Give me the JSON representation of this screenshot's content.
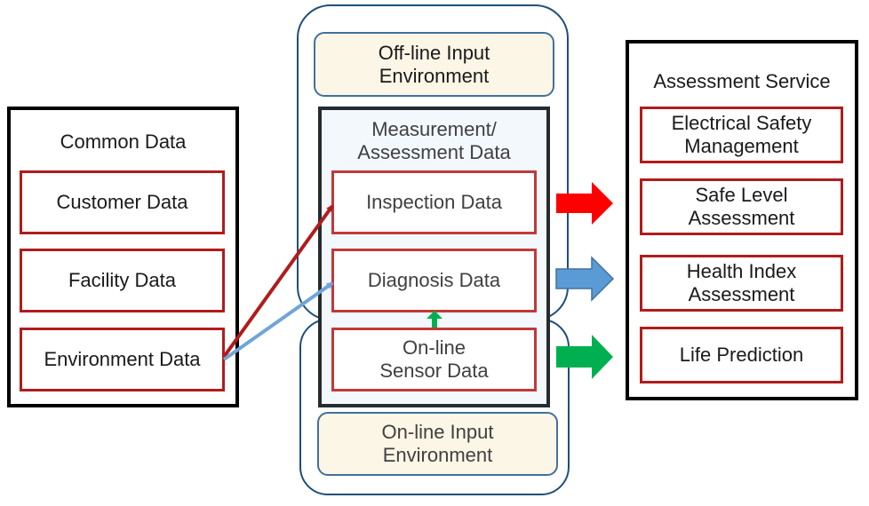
{
  "colors": {
    "red_border": "#b01c1c",
    "blue_outline": "#1f4e79",
    "cream_fill": "#fcf6e6",
    "arrow_red": "#ff0000",
    "arrow_blue": "#5b9bd5",
    "arrow_green": "#00b050",
    "line_red": "#b01c1c",
    "line_blue": "#6fa5d8"
  },
  "common_data": {
    "title": "Common Data",
    "items": [
      "Customer Data",
      "Facility Data",
      "Environment Data"
    ]
  },
  "center": {
    "offline_input": "Off-line Input\nEnvironment",
    "measurement_title": "Measurement/\nAssessment Data",
    "items": [
      "Inspection Data",
      "Diagnosis Data",
      "On-line\nSensor Data"
    ],
    "online_input": "On-line Input\nEnvironment"
  },
  "assessment_service": {
    "title": "Assessment Service",
    "items": [
      "Electrical Safety\nManagement",
      "Safe Level\nAssessment",
      "Health Index\nAssessment",
      "Life Prediction"
    ]
  }
}
